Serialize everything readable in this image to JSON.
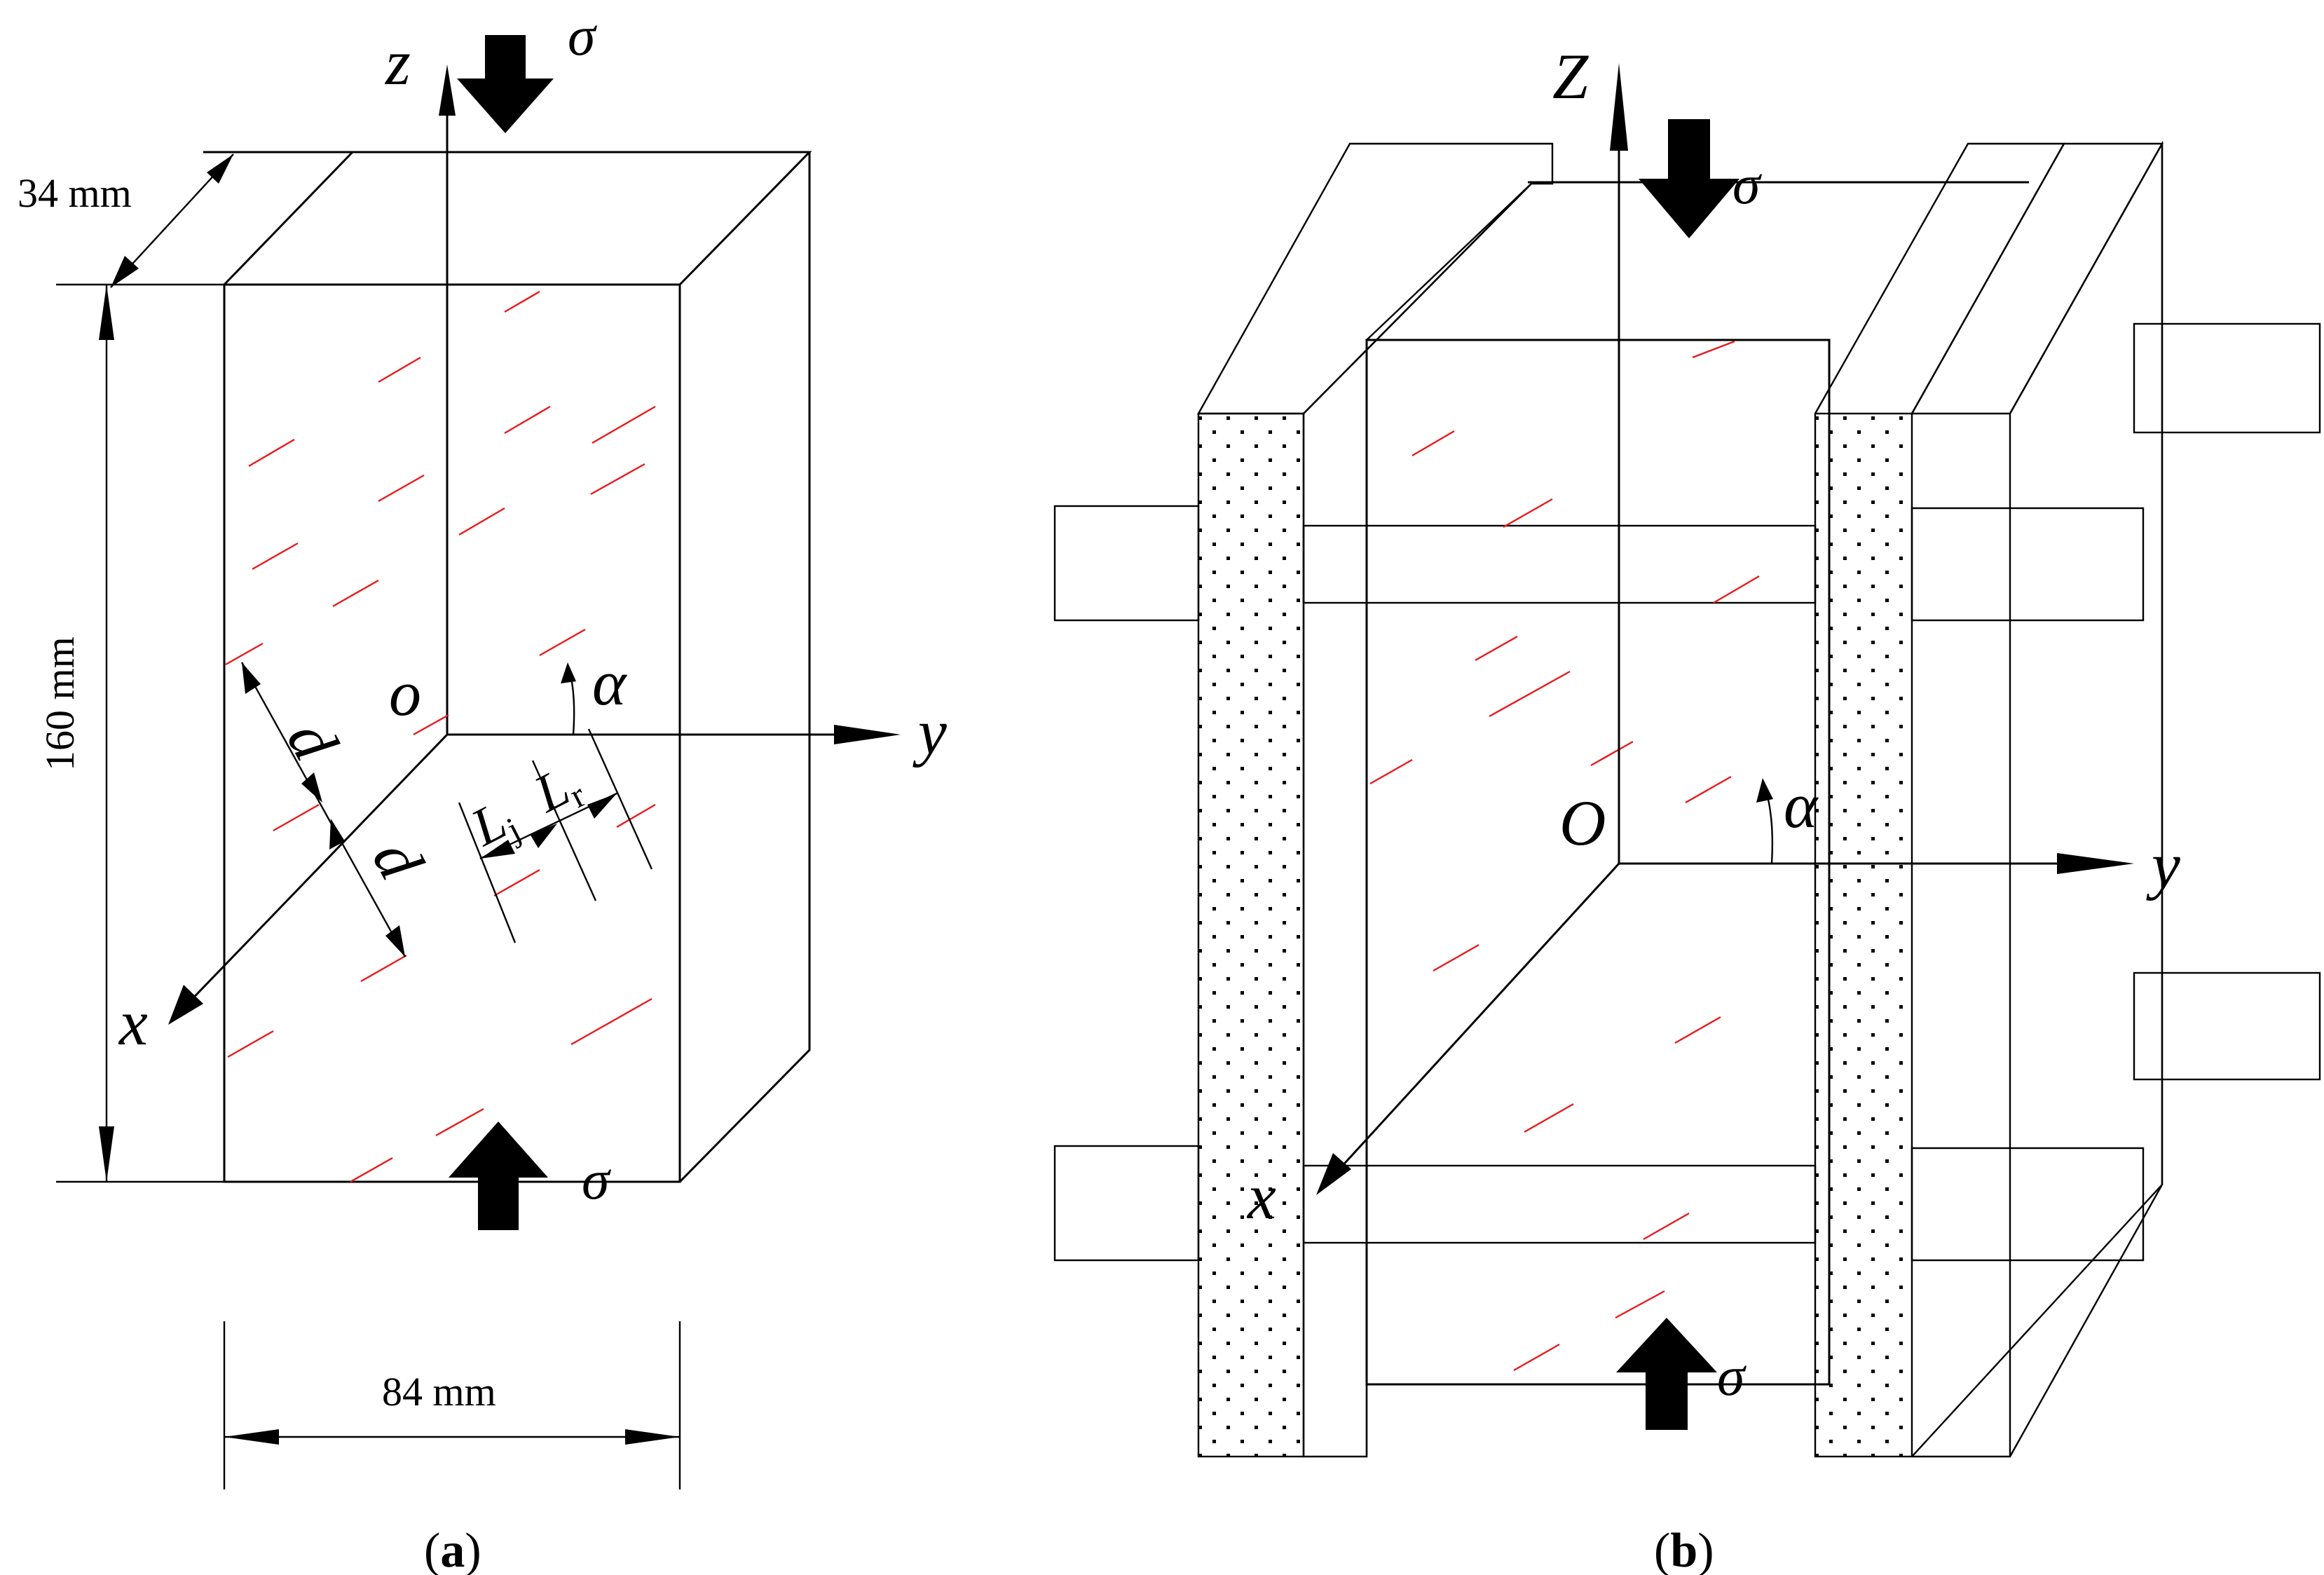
{
  "panel_a": {
    "caption_open": "(",
    "caption_letter": "a",
    "caption_close": ")",
    "axis_z": "z",
    "axis_y": "y",
    "axis_x": "x",
    "origin": "o",
    "angle": "α",
    "stress_top": "σ",
    "stress_bottom": "σ",
    "dim_depth": "34 mm",
    "dim_height": "160 mm",
    "dim_width": "84 mm",
    "spacing_1": "d",
    "spacing_2": "d",
    "joint_length": "L",
    "joint_length_sub": "j",
    "rock_bridge_length": "L",
    "rock_bridge_length_sub": "r"
  },
  "panel_b": {
    "caption_open": "(",
    "caption_letter": "b",
    "caption_close": ")",
    "axis_z": "Z",
    "axis_y": "y",
    "axis_x": "x",
    "origin": "O",
    "angle": "α",
    "stress_top": "σ",
    "stress_bottom": "σ"
  },
  "colors": {
    "lines": "#000000",
    "cracks": "#e8191b",
    "background": "#ffffff"
  }
}
